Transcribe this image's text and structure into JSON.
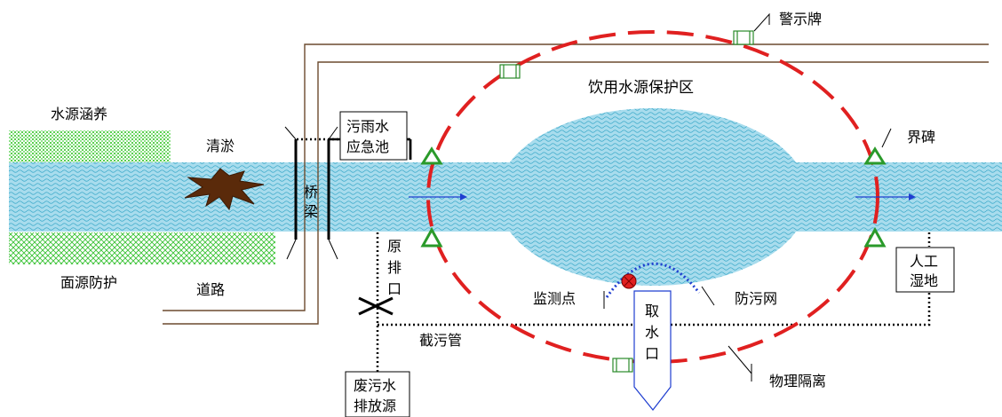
{
  "labels": {
    "warning_sign": "警示牌",
    "protection_zone": "饮用水源保护区",
    "water_conservation": "水源涵养",
    "dredging": "清淤",
    "rainwater_pool_line1": "污雨水",
    "rainwater_pool_line2": "应急池",
    "boundary_marker": "界碑",
    "bridge_line1": "桥",
    "bridge_line2": "梁",
    "original_outlet_line1": "原",
    "original_outlet_line2": "排",
    "original_outlet_line3": "口",
    "nonpoint_protection": "面源防护",
    "road": "道路",
    "monitoring_point": "监测点",
    "antipollution_net": "防污网",
    "water_intake_line1": "取",
    "water_intake_line2": "水",
    "water_intake_line3": "口",
    "constructed_wetland_line1": "人工",
    "constructed_wetland_line2": "湿地",
    "interception_pipe": "截污管",
    "physical_isolation": "物理隔离",
    "wastewater_source_line1": "废污水",
    "wastewater_source_line2": "排放源"
  },
  "colors": {
    "water": "#a8dced",
    "wave": "#3aa9c9",
    "green_strip": "#39c234",
    "protection_boundary": "#e02020",
    "marker": "#2a9a2a",
    "flow_arrow": "#1f3ed0",
    "net": "#1f3ed0",
    "monitor": "#e02020",
    "sludge": "#5a2a0a"
  },
  "icons": [
    "sludge-star-icon",
    "flow-arrow-icon",
    "boundary-triangle-icon",
    "warning-sign-icon",
    "monitoring-point-icon",
    "blocked-outlet-x-icon"
  ]
}
